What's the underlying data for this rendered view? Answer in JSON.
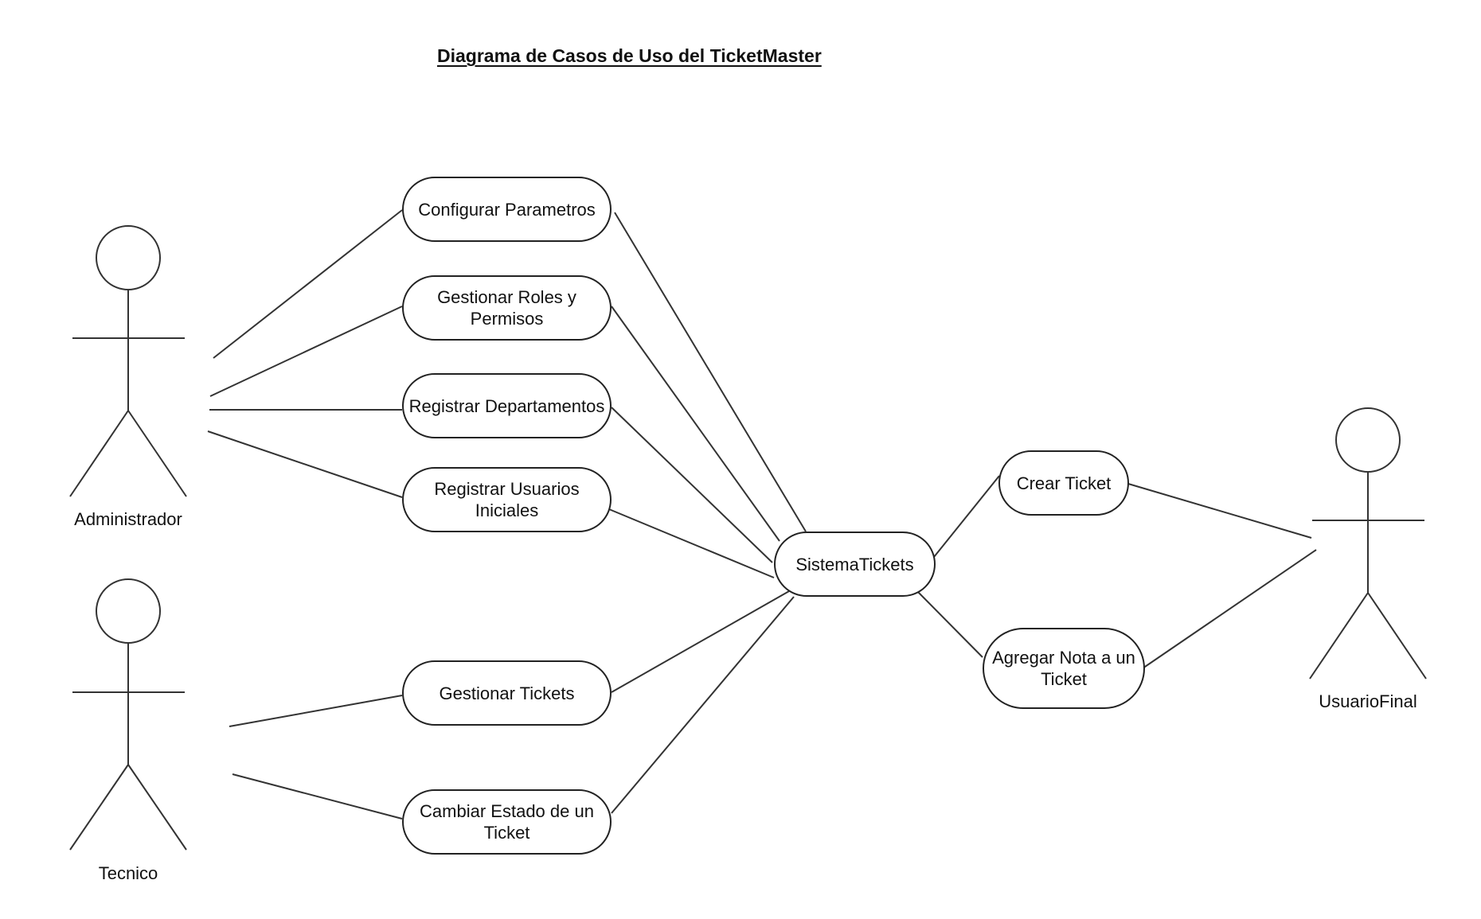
{
  "diagram": {
    "title": "Diagrama de Casos de Uso del TicketMaster",
    "actors": {
      "admin": "Administrador",
      "tecnico": "Tecnico",
      "usuario_final": "UsuarioFinal"
    },
    "use_cases": {
      "configurar": "Configurar Parametros",
      "roles": "Gestionar Roles y Permisos",
      "departamentos": "Registrar Departamentos",
      "usuarios": "Registrar Usuarios Iniciales",
      "gestionar_tickets": "Gestionar Tickets",
      "cambiar_estado": "Cambiar Estado de un Ticket",
      "sistema": "SistemaTickets",
      "crear_ticket": "Crear Ticket",
      "agregar_nota": "Agregar Nota a un Ticket"
    },
    "colors": {
      "stroke": "#222222",
      "background": "#ffffff"
    }
  }
}
